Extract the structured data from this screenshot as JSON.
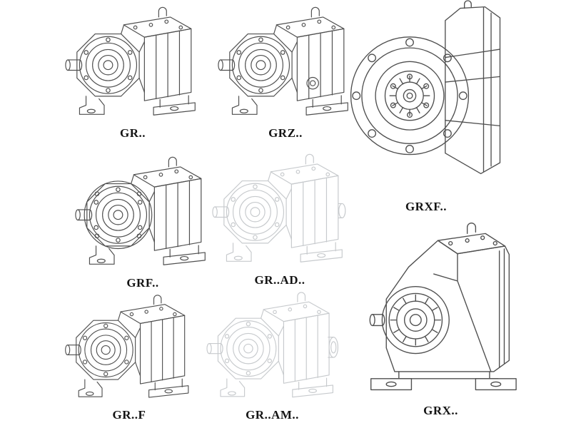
{
  "page": {
    "background": "#ffffff"
  },
  "colors": {
    "ink": "#4f4f4f",
    "light": "#c7cacd",
    "label": "#141414"
  },
  "figures": [
    {
      "id": "gr",
      "label": "GR..",
      "drawing": "iso-gearbox-drawing",
      "style": "ink"
    },
    {
      "id": "grz",
      "label": "GRZ..",
      "drawing": "iso-gearbox-drawing",
      "style": "ink"
    },
    {
      "id": "grxf",
      "label": "GRXF..",
      "drawing": "flange-gearbox-drawing",
      "style": "ink"
    },
    {
      "id": "grf",
      "label": "GRF..",
      "drawing": "iso-flange-gearbox-drawing",
      "style": "ink"
    },
    {
      "id": "gr-ad",
      "label": "GR..AD..",
      "drawing": "iso-gearbox-drawing",
      "style": "light"
    },
    {
      "id": "gr-f",
      "label": "GR..F",
      "drawing": "iso-gearbox-drawing",
      "style": "ink"
    },
    {
      "id": "gr-am",
      "label": "GR..AM..",
      "drawing": "iso-gearbox-drawing",
      "style": "light"
    },
    {
      "id": "grx",
      "label": "GRX..",
      "drawing": "foot-gearbox-drawing",
      "style": "ink"
    }
  ]
}
